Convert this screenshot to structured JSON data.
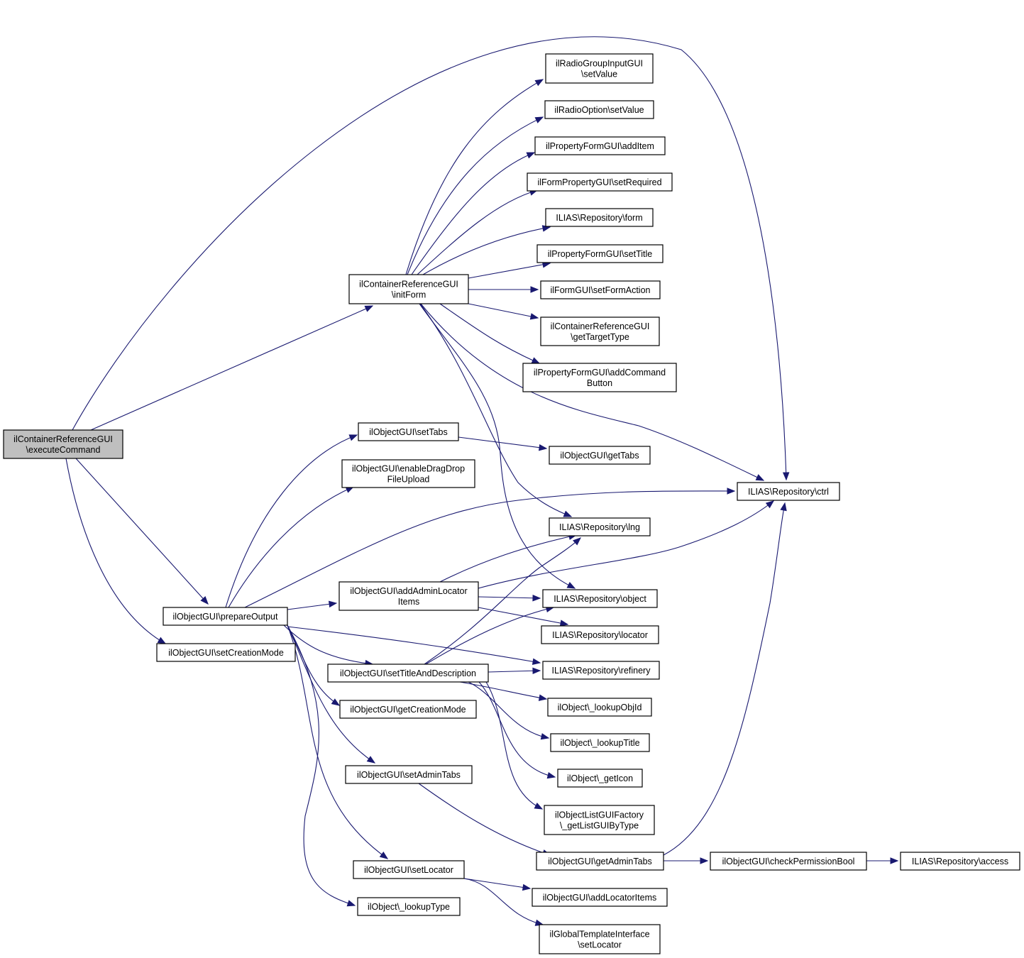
{
  "nodes": [
    {
      "id": "root",
      "lines": [
        "ilContainerReferenceGUI",
        "\\executeCommand"
      ],
      "root": true
    },
    {
      "id": "initForm",
      "lines": [
        "ilContainerReferenceGUI",
        "\\initForm"
      ]
    },
    {
      "id": "prepareOutput",
      "lines": [
        "ilObjectGUI\\prepareOutput"
      ]
    },
    {
      "id": "setCreationMode",
      "lines": [
        "ilObjectGUI\\setCreationMode"
      ]
    },
    {
      "id": "radioGroupSetValue",
      "lines": [
        "ilRadioGroupInputGUI",
        "\\setValue"
      ]
    },
    {
      "id": "radioOptionSetValue",
      "lines": [
        "ilRadioOption\\setValue"
      ]
    },
    {
      "id": "addItem",
      "lines": [
        "ilPropertyFormGUI\\addItem"
      ]
    },
    {
      "id": "setRequired",
      "lines": [
        "ilFormPropertyGUI\\setRequired"
      ]
    },
    {
      "id": "repoForm",
      "lines": [
        "ILIAS\\Repository\\form"
      ]
    },
    {
      "id": "setTitle",
      "lines": [
        "ilPropertyFormGUI\\setTitle"
      ]
    },
    {
      "id": "setFormAction",
      "lines": [
        "ilFormGUI\\setFormAction"
      ]
    },
    {
      "id": "getTargetType",
      "lines": [
        "ilContainerReferenceGUI",
        "\\getTargetType"
      ]
    },
    {
      "id": "addCommandButton",
      "lines": [
        "ilPropertyFormGUI\\addCommand",
        "Button"
      ]
    },
    {
      "id": "setTabs",
      "lines": [
        "ilObjectGUI\\setTabs"
      ]
    },
    {
      "id": "getTabs",
      "lines": [
        "ilObjectGUI\\getTabs"
      ]
    },
    {
      "id": "enableDragDrop",
      "lines": [
        "ilObjectGUI\\enableDragDrop",
        "FileUpload"
      ]
    },
    {
      "id": "repoCtrl",
      "lines": [
        "ILIAS\\Repository\\ctrl"
      ]
    },
    {
      "id": "repoLng",
      "lines": [
        "ILIAS\\Repository\\lng"
      ]
    },
    {
      "id": "addAdminLocatorItems",
      "lines": [
        "ilObjectGUI\\addAdminLocator",
        "Items"
      ]
    },
    {
      "id": "repoObject",
      "lines": [
        "ILIAS\\Repository\\object"
      ]
    },
    {
      "id": "repoLocator",
      "lines": [
        "ILIAS\\Repository\\locator"
      ]
    },
    {
      "id": "setTitleAndDescription",
      "lines": [
        "ilObjectGUI\\setTitleAndDescription"
      ]
    },
    {
      "id": "repoRefinery",
      "lines": [
        "ILIAS\\Repository\\refinery"
      ]
    },
    {
      "id": "getCreationMode",
      "lines": [
        "ilObjectGUI\\getCreationMode"
      ]
    },
    {
      "id": "lookupObjId",
      "lines": [
        "ilObject\\_lookupObjId"
      ]
    },
    {
      "id": "lookupTitle",
      "lines": [
        "ilObject\\_lookupTitle"
      ]
    },
    {
      "id": "setAdminTabs",
      "lines": [
        "ilObjectGUI\\setAdminTabs"
      ]
    },
    {
      "id": "getIcon",
      "lines": [
        "ilObject\\_getIcon"
      ]
    },
    {
      "id": "getListGUIByType",
      "lines": [
        "ilObjectListGUIFactory",
        "\\_getListGUIByType"
      ]
    },
    {
      "id": "getAdminTabs",
      "lines": [
        "ilObjectGUI\\getAdminTabs"
      ]
    },
    {
      "id": "checkPermissionBool",
      "lines": [
        "ilObjectGUI\\checkPermissionBool"
      ]
    },
    {
      "id": "repoAccess",
      "lines": [
        "ILIAS\\Repository\\access"
      ]
    },
    {
      "id": "setLocator",
      "lines": [
        "ilObjectGUI\\setLocator"
      ]
    },
    {
      "id": "addLocatorItems",
      "lines": [
        "ilObjectGUI\\addLocatorItems"
      ]
    },
    {
      "id": "lookupType",
      "lines": [
        "ilObject\\_lookupType"
      ]
    },
    {
      "id": "globalTplSetLocator",
      "lines": [
        "ilGlobalTemplateInterface",
        "\\setLocator"
      ]
    }
  ],
  "edges": [
    {
      "from": "root",
      "to": "repoCtrl"
    },
    {
      "from": "root",
      "to": "initForm"
    },
    {
      "from": "root",
      "to": "prepareOutput"
    },
    {
      "from": "root",
      "to": "setCreationMode"
    },
    {
      "from": "initForm",
      "to": "radioGroupSetValue"
    },
    {
      "from": "initForm",
      "to": "radioOptionSetValue"
    },
    {
      "from": "initForm",
      "to": "addItem"
    },
    {
      "from": "initForm",
      "to": "setRequired"
    },
    {
      "from": "initForm",
      "to": "repoForm"
    },
    {
      "from": "initForm",
      "to": "setTitle"
    },
    {
      "from": "initForm",
      "to": "setFormAction"
    },
    {
      "from": "initForm",
      "to": "getTargetType"
    },
    {
      "from": "initForm",
      "to": "addCommandButton"
    },
    {
      "from": "initForm",
      "to": "repoCtrl"
    },
    {
      "from": "initForm",
      "to": "repoLng"
    },
    {
      "from": "initForm",
      "to": "repoObject"
    },
    {
      "from": "prepareOutput",
      "to": "setTabs"
    },
    {
      "from": "prepareOutput",
      "to": "enableDragDrop"
    },
    {
      "from": "prepareOutput",
      "to": "repoCtrl"
    },
    {
      "from": "prepareOutput",
      "to": "addAdminLocatorItems"
    },
    {
      "from": "prepareOutput",
      "to": "setTitleAndDescription"
    },
    {
      "from": "prepareOutput",
      "to": "repoRefinery"
    },
    {
      "from": "prepareOutput",
      "to": "getCreationMode"
    },
    {
      "from": "prepareOutput",
      "to": "setAdminTabs"
    },
    {
      "from": "prepareOutput",
      "to": "setLocator"
    },
    {
      "from": "prepareOutput",
      "to": "lookupType"
    },
    {
      "from": "setTabs",
      "to": "getTabs"
    },
    {
      "from": "addAdminLocatorItems",
      "to": "repoLng"
    },
    {
      "from": "addAdminLocatorItems",
      "to": "repoCtrl"
    },
    {
      "from": "addAdminLocatorItems",
      "to": "repoObject"
    },
    {
      "from": "addAdminLocatorItems",
      "to": "repoLocator"
    },
    {
      "from": "setTitleAndDescription",
      "to": "repoLng"
    },
    {
      "from": "setTitleAndDescription",
      "to": "repoObject"
    },
    {
      "from": "setTitleAndDescription",
      "to": "repoRefinery"
    },
    {
      "from": "setTitleAndDescription",
      "to": "lookupObjId"
    },
    {
      "from": "setTitleAndDescription",
      "to": "lookupTitle"
    },
    {
      "from": "setTitleAndDescription",
      "to": "getIcon"
    },
    {
      "from": "setTitleAndDescription",
      "to": "getListGUIByType"
    },
    {
      "from": "setAdminTabs",
      "to": "getAdminTabs"
    },
    {
      "from": "getAdminTabs",
      "to": "checkPermissionBool"
    },
    {
      "from": "getAdminTabs",
      "to": "repoCtrl"
    },
    {
      "from": "checkPermissionBool",
      "to": "repoAccess"
    },
    {
      "from": "setLocator",
      "to": "addLocatorItems"
    },
    {
      "from": "setLocator",
      "to": "globalTplSetLocator"
    }
  ]
}
